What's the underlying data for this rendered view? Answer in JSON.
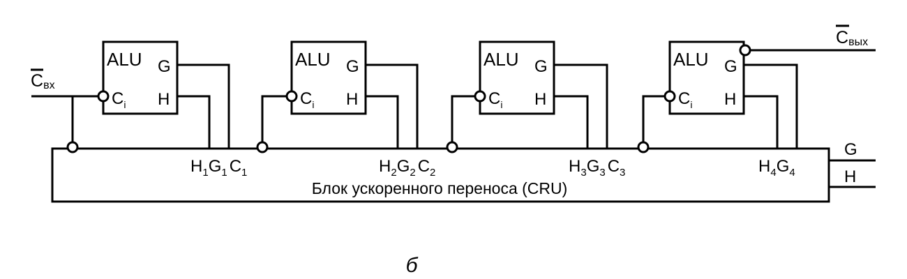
{
  "diagram": {
    "input_label": {
      "bar": "C",
      "sub": "вх"
    },
    "output_label": {
      "bar": "C",
      "sub": "вых"
    },
    "alus": [
      {
        "name": "ALU",
        "g": "G",
        "h": "H",
        "c": "C",
        "c_sub": "i"
      },
      {
        "name": "ALU",
        "g": "G",
        "h": "H",
        "c": "C",
        "c_sub": "i"
      },
      {
        "name": "ALU",
        "g": "G",
        "h": "H",
        "c": "C",
        "c_sub": "i"
      },
      {
        "name": "ALU",
        "g": "G",
        "h": "H",
        "c": "C",
        "c_sub": "i"
      }
    ],
    "cru": {
      "title": "Блок ускоренного переноса (CRU)",
      "ports": [
        {
          "h": "H",
          "h_sub": "1",
          "g": "G",
          "g_sub": "1",
          "c": "C",
          "c_sub": "1"
        },
        {
          "h": "H",
          "h_sub": "2",
          "g": "G",
          "g_sub": "2",
          "c": "C",
          "c_sub": "2"
        },
        {
          "h": "H",
          "h_sub": "3",
          "g": "G",
          "g_sub": "3",
          "c": "C",
          "c_sub": "3"
        },
        {
          "h": "H",
          "h_sub": "4",
          "g": "G",
          "g_sub": "4"
        }
      ],
      "out_g": "G",
      "out_h": "H"
    },
    "caption": "б"
  }
}
